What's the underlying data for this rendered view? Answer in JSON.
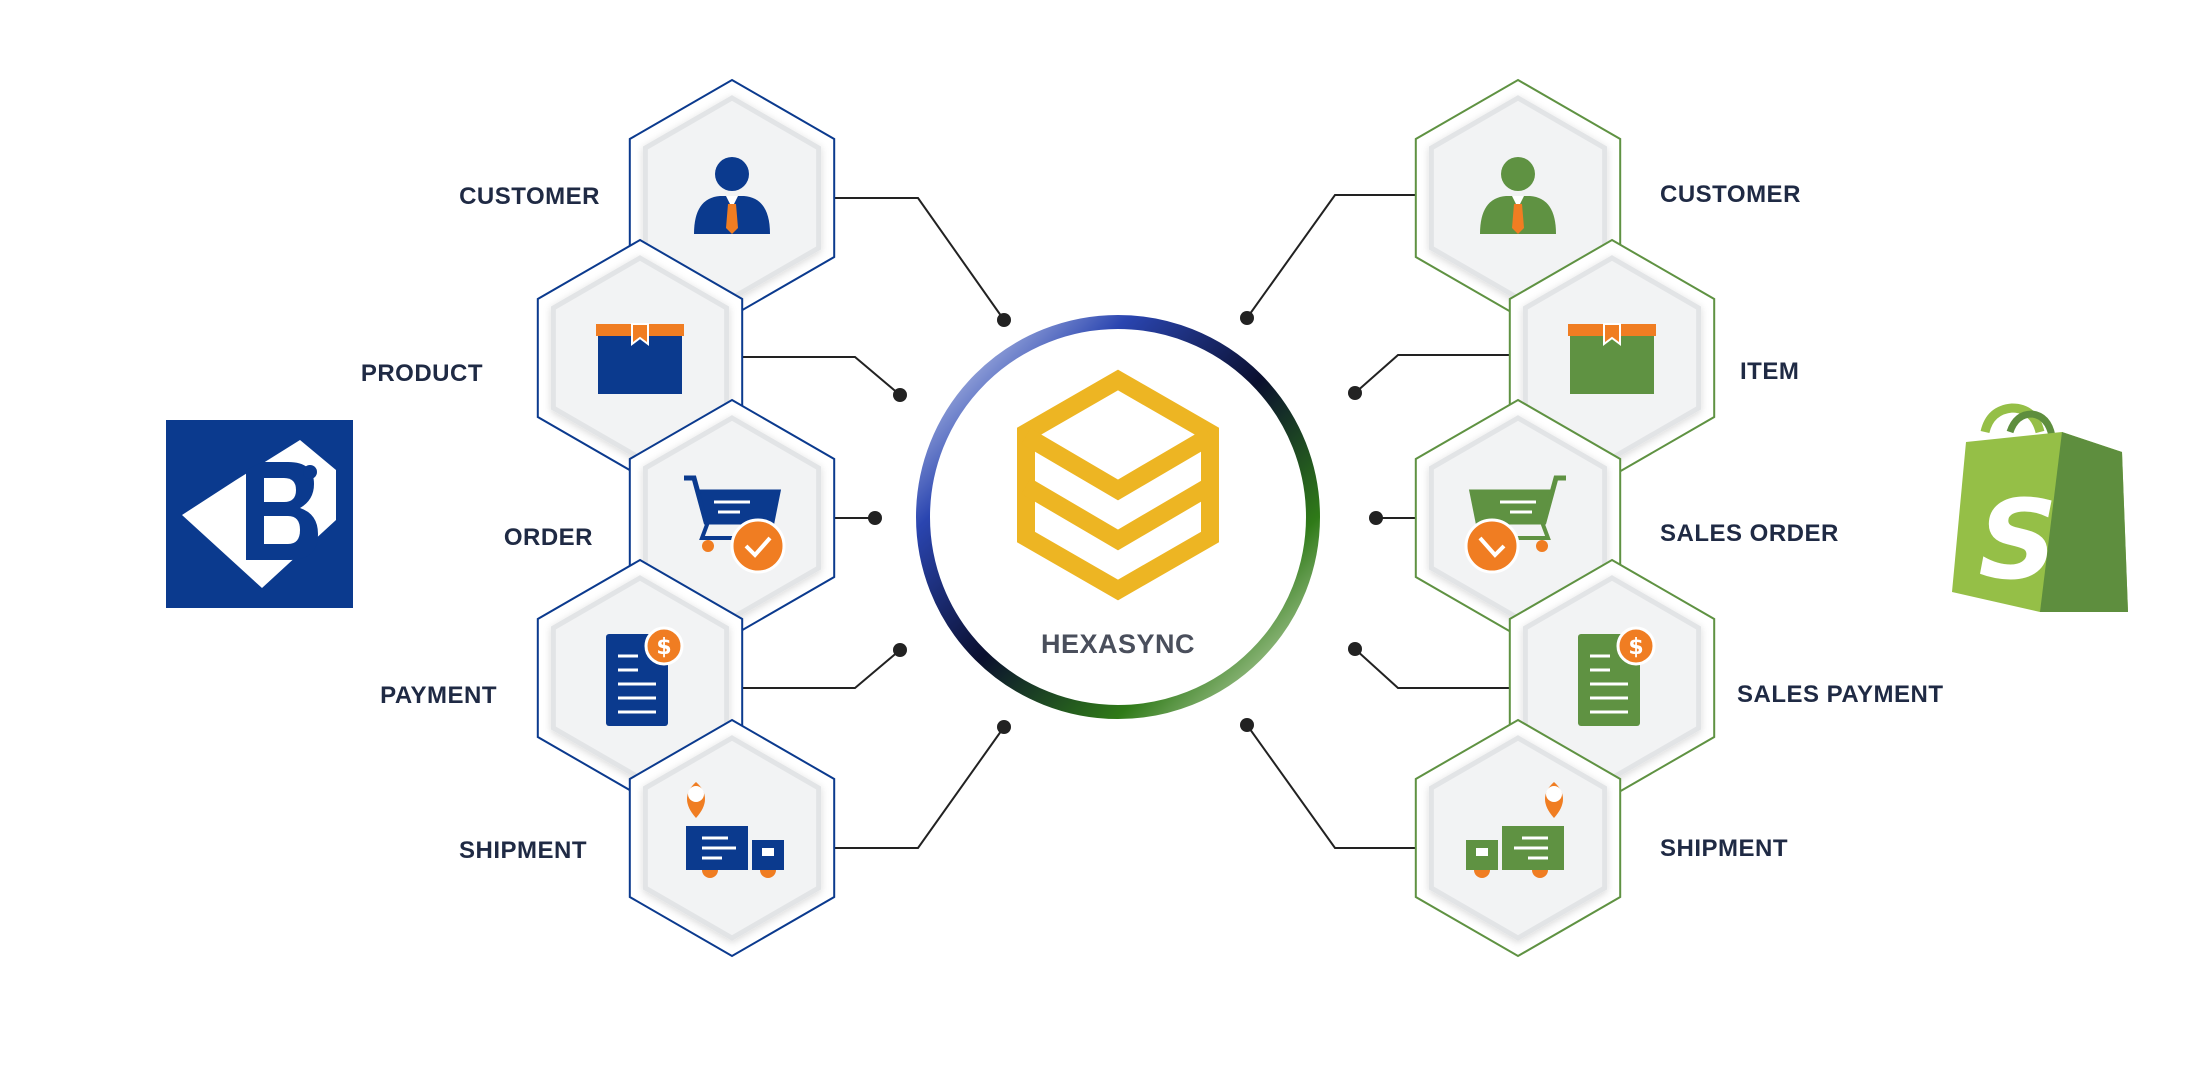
{
  "center": {
    "label": "HEXASYNC"
  },
  "left": {
    "items": [
      {
        "label": "CUSTOMER",
        "icon": "customer-icon"
      },
      {
        "label": "PRODUCT",
        "icon": "product-box-icon"
      },
      {
        "label": "ORDER",
        "icon": "order-cart-icon"
      },
      {
        "label": "PAYMENT",
        "icon": "payment-document-icon"
      },
      {
        "label": "SHIPMENT",
        "icon": "shipment-truck-icon"
      }
    ],
    "logo": "bigcommerce-logo",
    "color": "#0b3a8e"
  },
  "right": {
    "items": [
      {
        "label": "CUSTOMER",
        "icon": "customer-icon"
      },
      {
        "label": "ITEM",
        "icon": "item-box-icon"
      },
      {
        "label": "SALES ORDER",
        "icon": "sales-order-cart-icon"
      },
      {
        "label": "SALES PAYMENT",
        "icon": "sales-payment-document-icon"
      },
      {
        "label": "SHIPMENT",
        "icon": "shipment-truck-icon"
      }
    ],
    "logo": "shopify-logo",
    "color": "#5f9242"
  },
  "colors": {
    "accent_orange": "#f07d22",
    "hexasync_gold": "#edb523",
    "connector": "#222222"
  }
}
